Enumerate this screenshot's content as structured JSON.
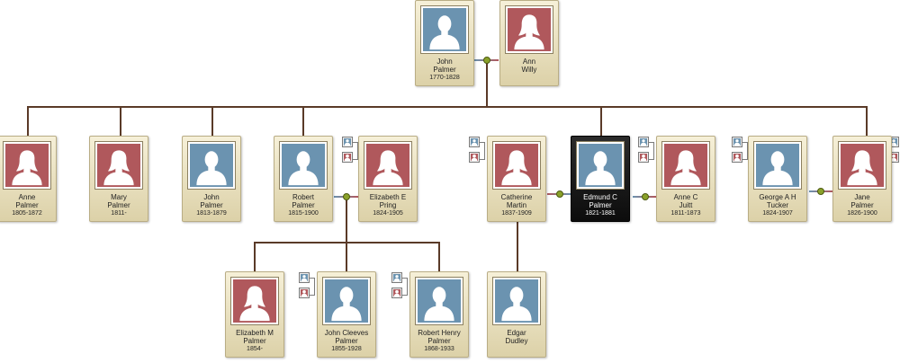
{
  "colors": {
    "male": "#6b93b0",
    "female": "#b0585c",
    "connector": "#5a3a28",
    "card_bg": "#ece4c2",
    "selected_bg": "#111111"
  },
  "people": [
    {
      "first": "John",
      "last": "Palmer",
      "dates": "1770-1828",
      "gender": "male"
    },
    {
      "first": "Ann",
      "last": "Willy",
      "dates": "",
      "gender": "female"
    },
    {
      "first": "Anne",
      "last": "Palmer",
      "dates": "1805-1872",
      "gender": "female"
    },
    {
      "first": "Mary",
      "last": "Palmer",
      "dates": "1811-",
      "gender": "female"
    },
    {
      "first": "John",
      "last": "Palmer",
      "dates": "1813-1879",
      "gender": "male"
    },
    {
      "first": "Robert",
      "last": "Palmer",
      "dates": "1815-1900",
      "gender": "male"
    },
    {
      "first": "Elizabeth E",
      "last": "Pring",
      "dates": "1824-1905",
      "gender": "female"
    },
    {
      "first": "Catherine",
      "last": "Martin",
      "dates": "1837-1909",
      "gender": "female"
    },
    {
      "first": "Edmund C",
      "last": "Palmer",
      "dates": "1821-1881",
      "gender": "male",
      "selected": true
    },
    {
      "first": "Anne C",
      "last": "Juitt",
      "dates": "1811-1873",
      "gender": "female"
    },
    {
      "first": "George A H",
      "last": "Tucker",
      "dates": "1824-1907",
      "gender": "male"
    },
    {
      "first": "Jane",
      "last": "Palmer",
      "dates": "1826-1900",
      "gender": "female"
    },
    {
      "first": "Elizabeth M",
      "last": "Palmer",
      "dates": "1854-",
      "gender": "female"
    },
    {
      "first": "John Cleeves",
      "last": "Palmer",
      "dates": "1855-1928",
      "gender": "male"
    },
    {
      "first": "Robert Henry",
      "last": "Palmer",
      "dates": "1868-1933",
      "gender": "male"
    },
    {
      "first": "Edgar",
      "last": "Dudley",
      "dates": "",
      "gender": "male"
    }
  ]
}
